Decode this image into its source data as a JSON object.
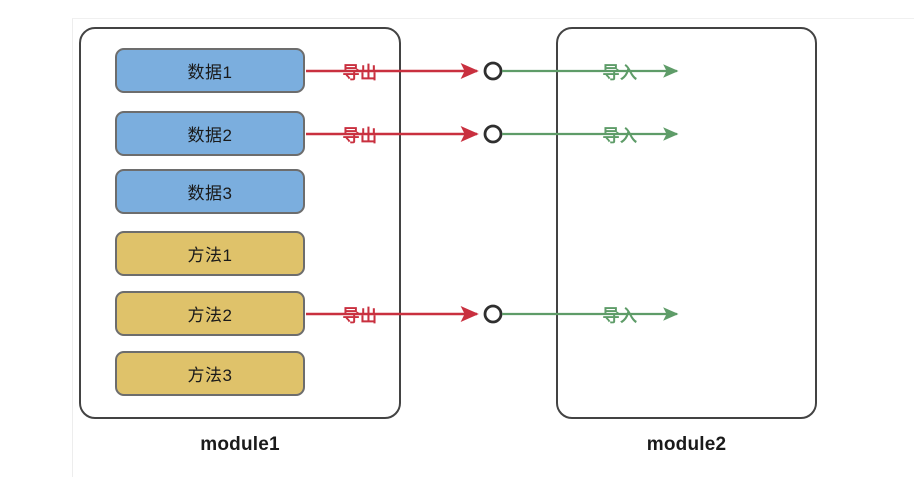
{
  "diagram": {
    "title": "module import export diagram",
    "colors": {
      "data_box_fill": "#7baede",
      "method_box_fill": "#dfc26a",
      "box_stroke": "#6d6d6d",
      "module_stroke": "#434343",
      "export_edge": "#c9303f",
      "import_edge": "#5e9c68",
      "background": "#ffffff"
    }
  },
  "module1": {
    "label": "module1",
    "items": [
      {
        "label": "数据1",
        "kind": "data",
        "exported": true
      },
      {
        "label": "数据2",
        "kind": "data",
        "exported": true
      },
      {
        "label": "数据3",
        "kind": "data",
        "exported": false
      },
      {
        "label": "方法1",
        "kind": "method",
        "exported": false
      },
      {
        "label": "方法2",
        "kind": "method",
        "exported": true
      },
      {
        "label": "方法3",
        "kind": "method",
        "exported": false
      }
    ]
  },
  "module2": {
    "label": "module2"
  },
  "edges": [
    {
      "export_label": "导出",
      "import_label": "导入",
      "source_item": "数据1"
    },
    {
      "export_label": "导出",
      "import_label": "导入",
      "source_item": "数据2"
    },
    {
      "export_label": "导出",
      "import_label": "导入",
      "source_item": "方法2"
    }
  ]
}
